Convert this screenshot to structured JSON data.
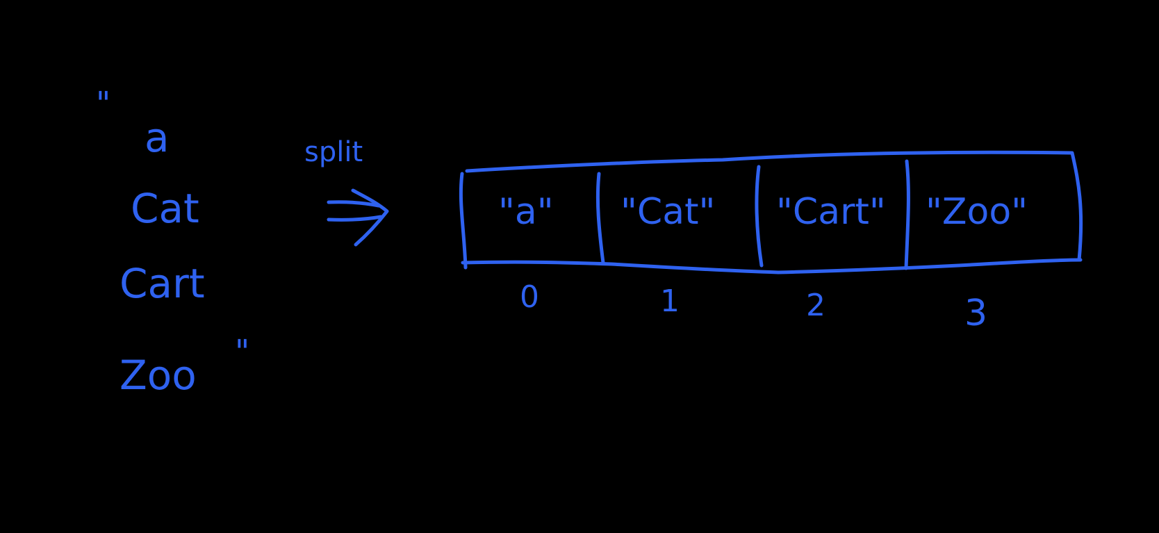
{
  "ink_color": "#2f62f0",
  "background_color": "#000000",
  "input_string": {
    "open_quote": "\"",
    "lines": [
      "a",
      "Cat",
      "Cart",
      "Zoo"
    ],
    "close_quote": "\""
  },
  "operation": {
    "label": "split",
    "arrow_icon": "double-arrow-right"
  },
  "array": {
    "cells": [
      "\"a\"",
      "\"Cat\"",
      "\"Cart\"",
      "\"Zoo\""
    ],
    "indices": [
      "0",
      "1",
      "2",
      "3"
    ]
  }
}
